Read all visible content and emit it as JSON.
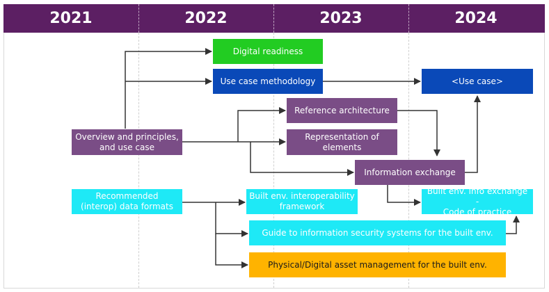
{
  "header": {
    "years": [
      "2021",
      "2022",
      "2023",
      "2024"
    ],
    "color": "#5c1f63"
  },
  "boxes": {
    "digital_readiness": "Digital readiness",
    "use_case_methodology": "Use case methodology",
    "use_case": "<Use case>",
    "reference_architecture": "Reference architecture",
    "representation_line1": "Representation of",
    "representation_line2": "elements",
    "overview_line1": "Overview and principles,",
    "overview_line2": "and use case",
    "information_exchange": "Information exchange",
    "recommended_line1": "Recommended",
    "recommended_line2": "(interop) data formats",
    "interop_line1": "Built env. interoperability",
    "interop_line2": "framework",
    "code_line1": "Built env. info exchange -",
    "code_line2": "Code of practice",
    "security": "Guide to information security systems for the built env.",
    "asset_management": "Physical/Digital asset management for the built env."
  },
  "colors": {
    "green": "#22cc22",
    "blue": "#0a49b8",
    "purple": "#7a4d86",
    "cyan": "#1ee9f6",
    "orange": "#ffb300",
    "connector": "#333333"
  }
}
